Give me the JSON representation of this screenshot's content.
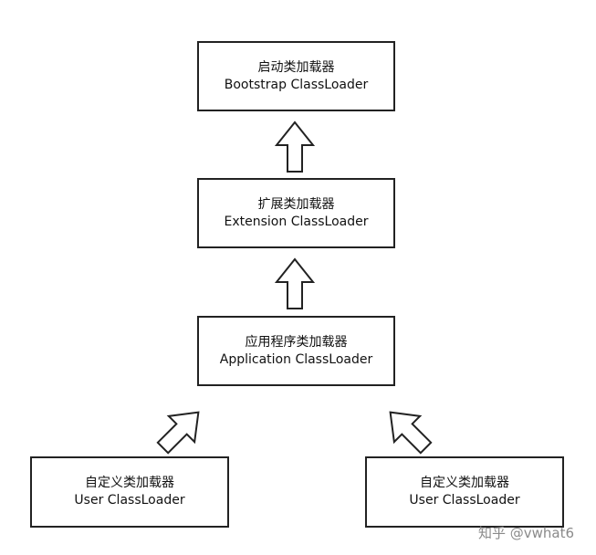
{
  "nodes": {
    "bootstrap": {
      "name_cn": "启动类加载器",
      "name_en": "Bootstrap ClassLoader"
    },
    "extension": {
      "name_cn": "扩展类加载器",
      "name_en": "Extension ClassLoader"
    },
    "application": {
      "name_cn": "应用程序类加载器",
      "name_en": "Application ClassLoader"
    },
    "user_left": {
      "name_cn": "自定义类加载器",
      "name_en": "User ClassLoader"
    },
    "user_right": {
      "name_cn": "自定义类加载器",
      "name_en": "User ClassLoader"
    }
  },
  "watermark": "知乎 @vwhat6",
  "colors": {
    "stroke": "#222222",
    "background": "#ffffff",
    "watermark": "#8a8a8a"
  }
}
